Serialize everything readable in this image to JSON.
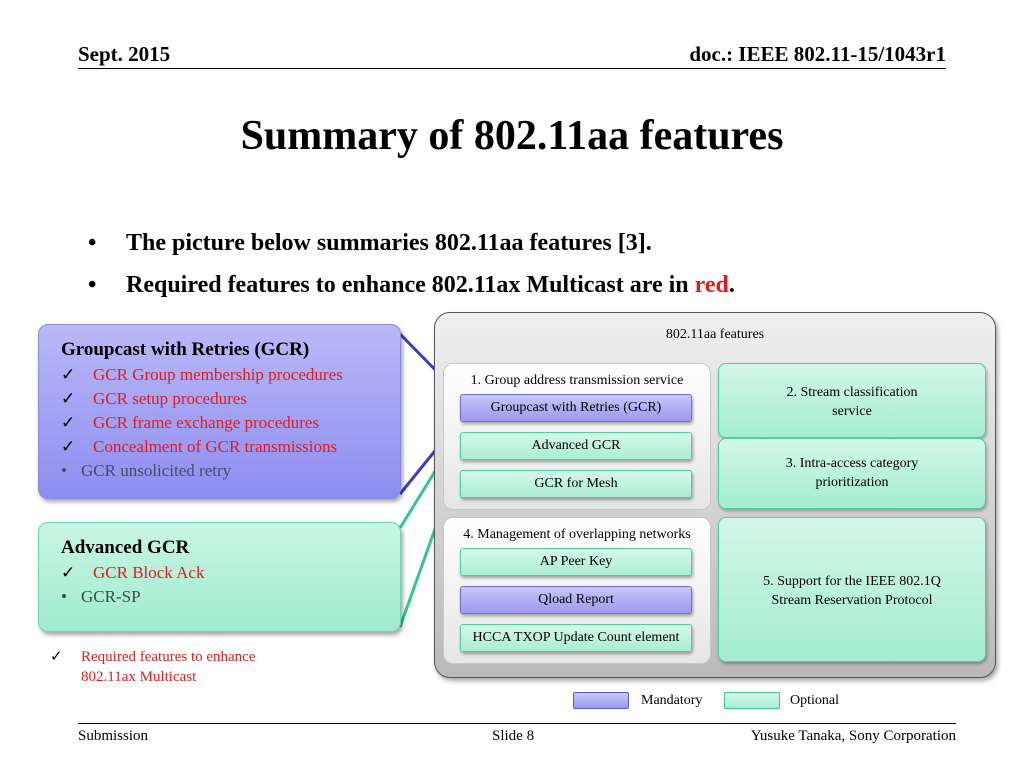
{
  "header": {
    "date": "Sept. 2015",
    "doc": "doc.: IEEE 802.11-15/1043r1"
  },
  "title": "Summary of 802.11aa features",
  "bullets": [
    {
      "text": "The picture below summaries 802.11aa features [3]."
    },
    {
      "text_before": "Required features to enhance 802.11ax Multicast are in ",
      "highlight": "red",
      "text_after": "."
    }
  ],
  "bullet_glyph": "•",
  "check_glyph": "✓",
  "callouts": {
    "gcr": {
      "title": "Groupcast with Retries (GCR)",
      "items": [
        {
          "mark": "✓",
          "text": "GCR Group membership procedures",
          "required": true
        },
        {
          "mark": "✓",
          "text": "GCR setup procedures",
          "required": true
        },
        {
          "mark": "✓",
          "text": "GCR frame exchange procedures",
          "required": true
        },
        {
          "mark": "✓",
          "text": "Concealment of GCR transmissions",
          "required": true
        },
        {
          "mark": "•",
          "text": "GCR unsolicited retry",
          "required": false
        }
      ]
    },
    "advanced": {
      "title": "Advanced GCR",
      "items": [
        {
          "mark": "✓",
          "text": "GCR Block Ack",
          "required": true
        },
        {
          "mark": "•",
          "text": "GCR-SP",
          "required": false
        }
      ]
    }
  },
  "note": {
    "mark": "✓",
    "line1": "Required features to enhance",
    "line2": "802.11ax Multicast"
  },
  "diagram": {
    "title": "802.11aa features",
    "group1": {
      "title": "1. Group address transmission service",
      "items": [
        "Groupcast with Retries (GCR)",
        "Advanced GCR",
        "GCR for Mesh"
      ]
    },
    "stream_classification": {
      "line1": "2. Stream classification",
      "line2": "service"
    },
    "intra_access": {
      "line1": "3. Intra-access category",
      "line2": "prioritization"
    },
    "group4": {
      "title": "4. Management of overlapping networks",
      "items": [
        "AP Peer Key",
        "Qload Report",
        "HCCA TXOP Update Count element"
      ]
    },
    "srp": {
      "line1": "5. Support for the IEEE 802.1Q",
      "line2": "Stream Reservation Protocol"
    }
  },
  "legend": {
    "mandatory": "Mandatory",
    "optional": "Optional"
  },
  "colors": {
    "mandatory": "#9a9af0",
    "optional": "#a8eed3",
    "required_text": "#e31b1b"
  },
  "footer": {
    "left": "Submission",
    "center": "Slide 8",
    "right": "Yusuke Tanaka, Sony Corporation"
  }
}
